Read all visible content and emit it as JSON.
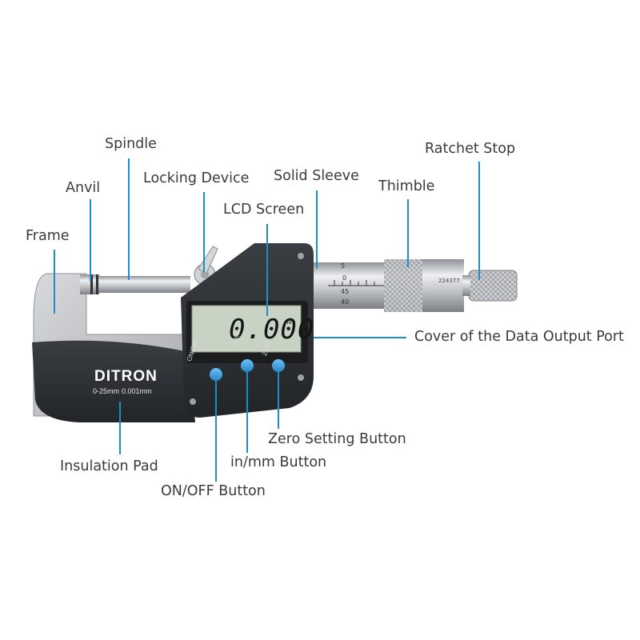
{
  "labels": {
    "frame": "Frame",
    "anvil": "Anvil",
    "spindle": "Spindle",
    "locking_device": "Locking Device",
    "lcd_screen": "LCD Screen",
    "solid_sleeve": "Solid Sleeve",
    "thimble": "Thimble",
    "ratchet_stop": "Ratchet Stop",
    "data_output_port": "Cover of the Data Output Port",
    "insulation_pad": "Insulation Pad",
    "on_off_button": "ON/OFF Button",
    "in_mm_button": "in/mm Button",
    "zero_setting_button": "Zero Setting Button"
  },
  "device": {
    "brand": "DITRON",
    "spec_range": "0-25mm",
    "spec_resolution": "0.001mm",
    "lcd_reading": "0.000",
    "lcd_unit": "mm",
    "button_on_off": "ON/OFF",
    "button_in_mm": "in/mm",
    "button_zero": "ZERO",
    "sleeve_scale": [
      "5",
      "0",
      "45",
      "40"
    ],
    "thimble_serial": "224377"
  },
  "colors": {
    "leader_line": "#1e8fc6",
    "body": "#2e3236",
    "button": "#3a9ee0",
    "lcd": "#c9d3c4",
    "metal": "#c8cacc"
  }
}
